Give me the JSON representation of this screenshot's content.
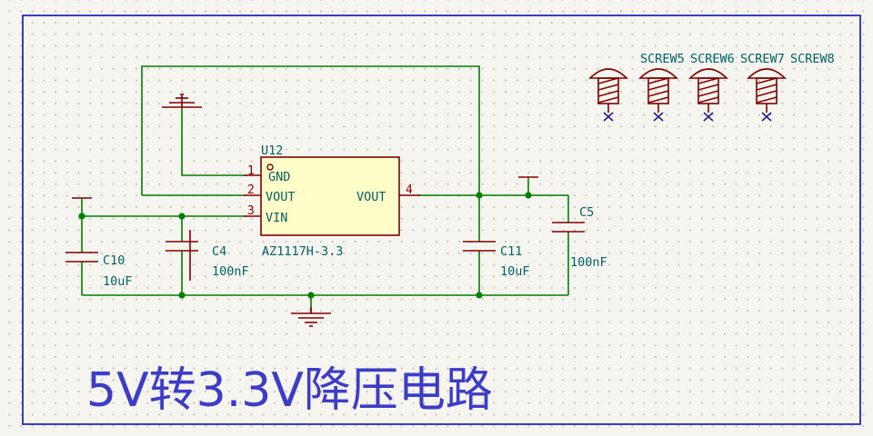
{
  "title_note": "5V转3.3V降压电路",
  "colors": {
    "wire": "#008000",
    "symbol": "#840000",
    "symbol_fill": "#fffdc8",
    "text": "#006464",
    "pin_number": "#a00000",
    "sheet_border": "#2828c8",
    "background": "#f5f4ef"
  },
  "regulator": {
    "ref": "U12",
    "value": "AZ1117H-3.3",
    "pins": [
      {
        "num": "1",
        "name": "GND"
      },
      {
        "num": "2",
        "name": "VOUT"
      },
      {
        "num": "3",
        "name": "VIN"
      },
      {
        "num": "4",
        "name": "VOUT"
      }
    ]
  },
  "capacitors": [
    {
      "ref": "C10",
      "value": "10uF"
    },
    {
      "ref": "C4",
      "value": "100nF"
    },
    {
      "ref": "C11",
      "value": "10uF"
    },
    {
      "ref": "C5",
      "value": "100nF"
    }
  ],
  "screws": [
    {
      "ref": "SCREW5"
    },
    {
      "ref": "SCREW6"
    },
    {
      "ref": "SCREW7"
    },
    {
      "ref": "SCREW8"
    }
  ]
}
